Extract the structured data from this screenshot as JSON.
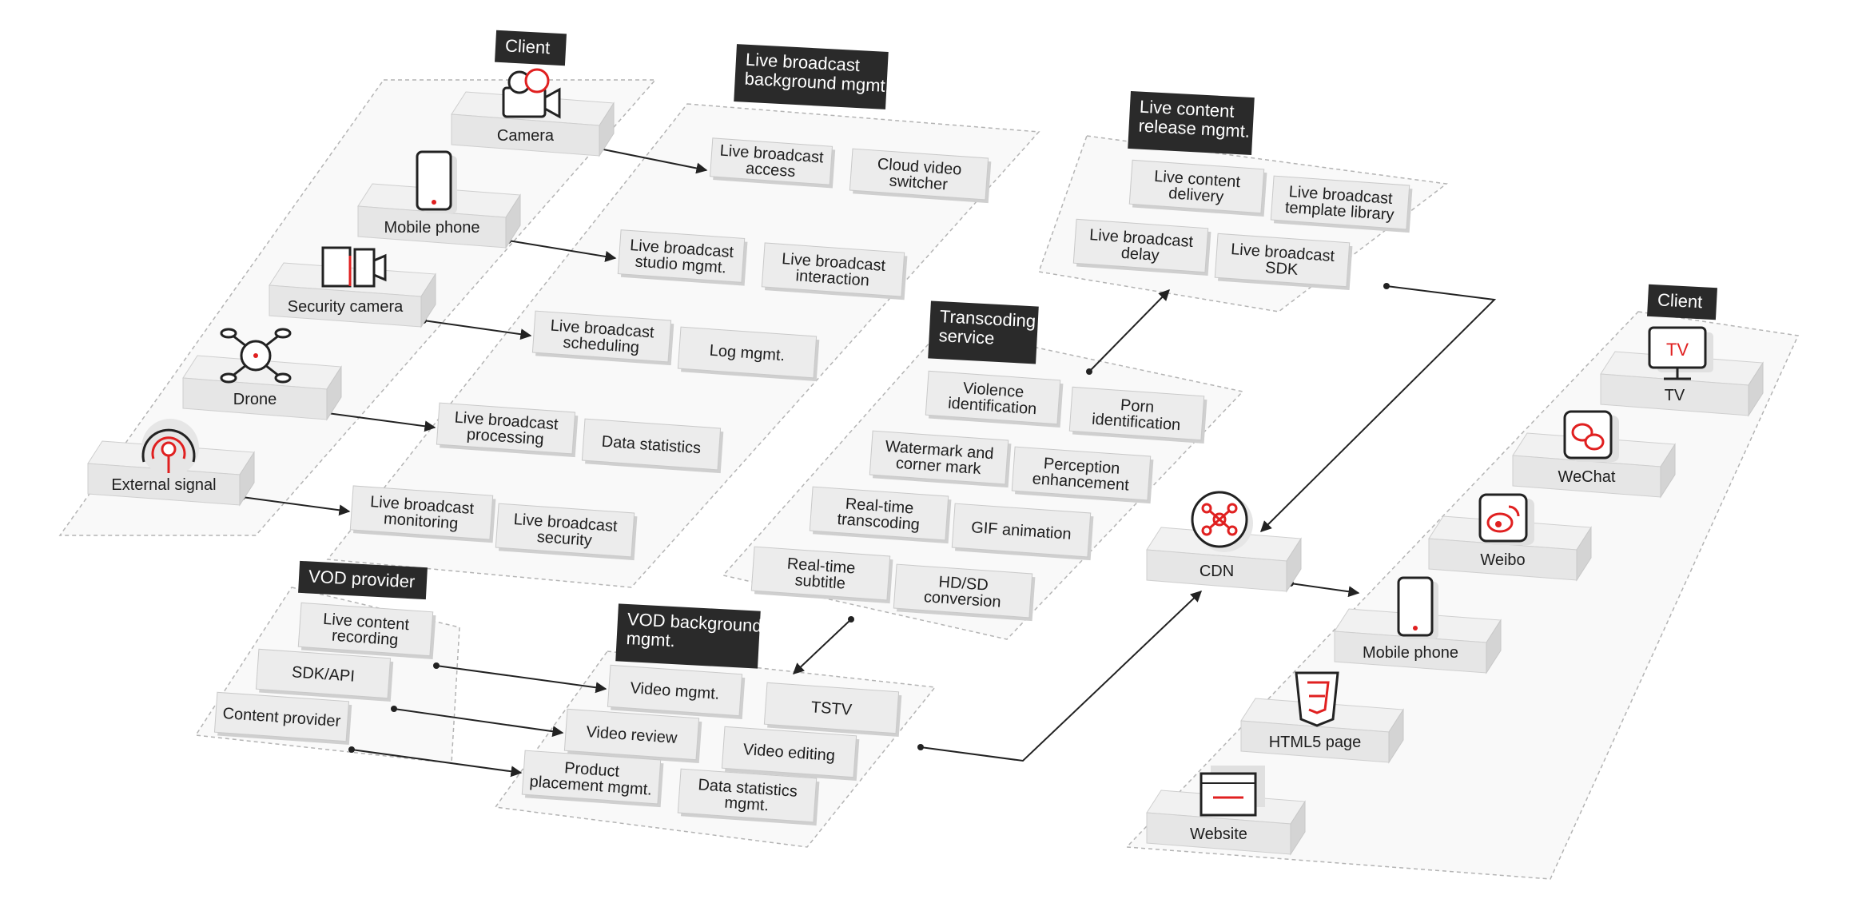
{
  "client_left": {
    "title": "Client",
    "devices": [
      "Camera",
      "Mobile phone",
      "Security camera",
      "Drone",
      "External signal"
    ]
  },
  "live_mgmt": {
    "title": [
      "Live broadcast",
      "background mgmt."
    ],
    "items": [
      [
        "Live broadcast",
        "access"
      ],
      [
        "Cloud video",
        "switcher"
      ],
      [
        "Live broadcast",
        "studio mgmt."
      ],
      [
        "Live broadcast",
        "interaction"
      ],
      [
        "Live broadcast",
        "scheduling"
      ],
      [
        "Log mgmt."
      ],
      [
        "Live broadcast",
        "processing"
      ],
      [
        "Data statistics"
      ],
      [
        "Live broadcast",
        "monitoring"
      ],
      [
        "Live broadcast",
        "security"
      ]
    ]
  },
  "release": {
    "title": [
      "Live content",
      "release mgmt."
    ],
    "items": [
      [
        "Live content",
        "delivery"
      ],
      [
        "Live broadcast",
        "template library"
      ],
      [
        "Live broadcast",
        "delay"
      ],
      [
        "Live broadcast",
        "SDK"
      ]
    ]
  },
  "transcoding": {
    "title": [
      "Transcoding",
      "service"
    ],
    "items": [
      [
        "Violence",
        "identification"
      ],
      [
        "Porn",
        "identification"
      ],
      [
        "Watermark and",
        "corner mark"
      ],
      [
        "Perception",
        "enhancement"
      ],
      [
        "Real-time",
        "transcoding"
      ],
      [
        "GIF animation"
      ],
      [
        "Real-time",
        "subtitle"
      ],
      [
        "HD/SD",
        "conversion"
      ]
    ]
  },
  "vod_provider": {
    "title": "VOD provider",
    "items": [
      [
        "Live content",
        "recording"
      ],
      [
        "SDK/API"
      ],
      [
        "Content provider"
      ]
    ]
  },
  "vod_mgmt": {
    "title": [
      "VOD background",
      "mgmt."
    ],
    "items": [
      [
        "Video mgmt."
      ],
      [
        "TSTV"
      ],
      [
        "Video review"
      ],
      [
        "Video editing"
      ],
      [
        "Product",
        "placement mgmt."
      ],
      [
        "Data statistics",
        "mgmt."
      ]
    ]
  },
  "cdn": {
    "label": "CDN"
  },
  "client_right": {
    "title": "Client",
    "devices": [
      "TV",
      "WeChat",
      "Weibo",
      "Mobile phone",
      "HTML5 page",
      "Website"
    ],
    "tv_icon_text": "TV"
  },
  "colors": {
    "accent": "#e02020",
    "title_bg": "#2a2a2a",
    "panel_border": "#b4b4b4"
  }
}
